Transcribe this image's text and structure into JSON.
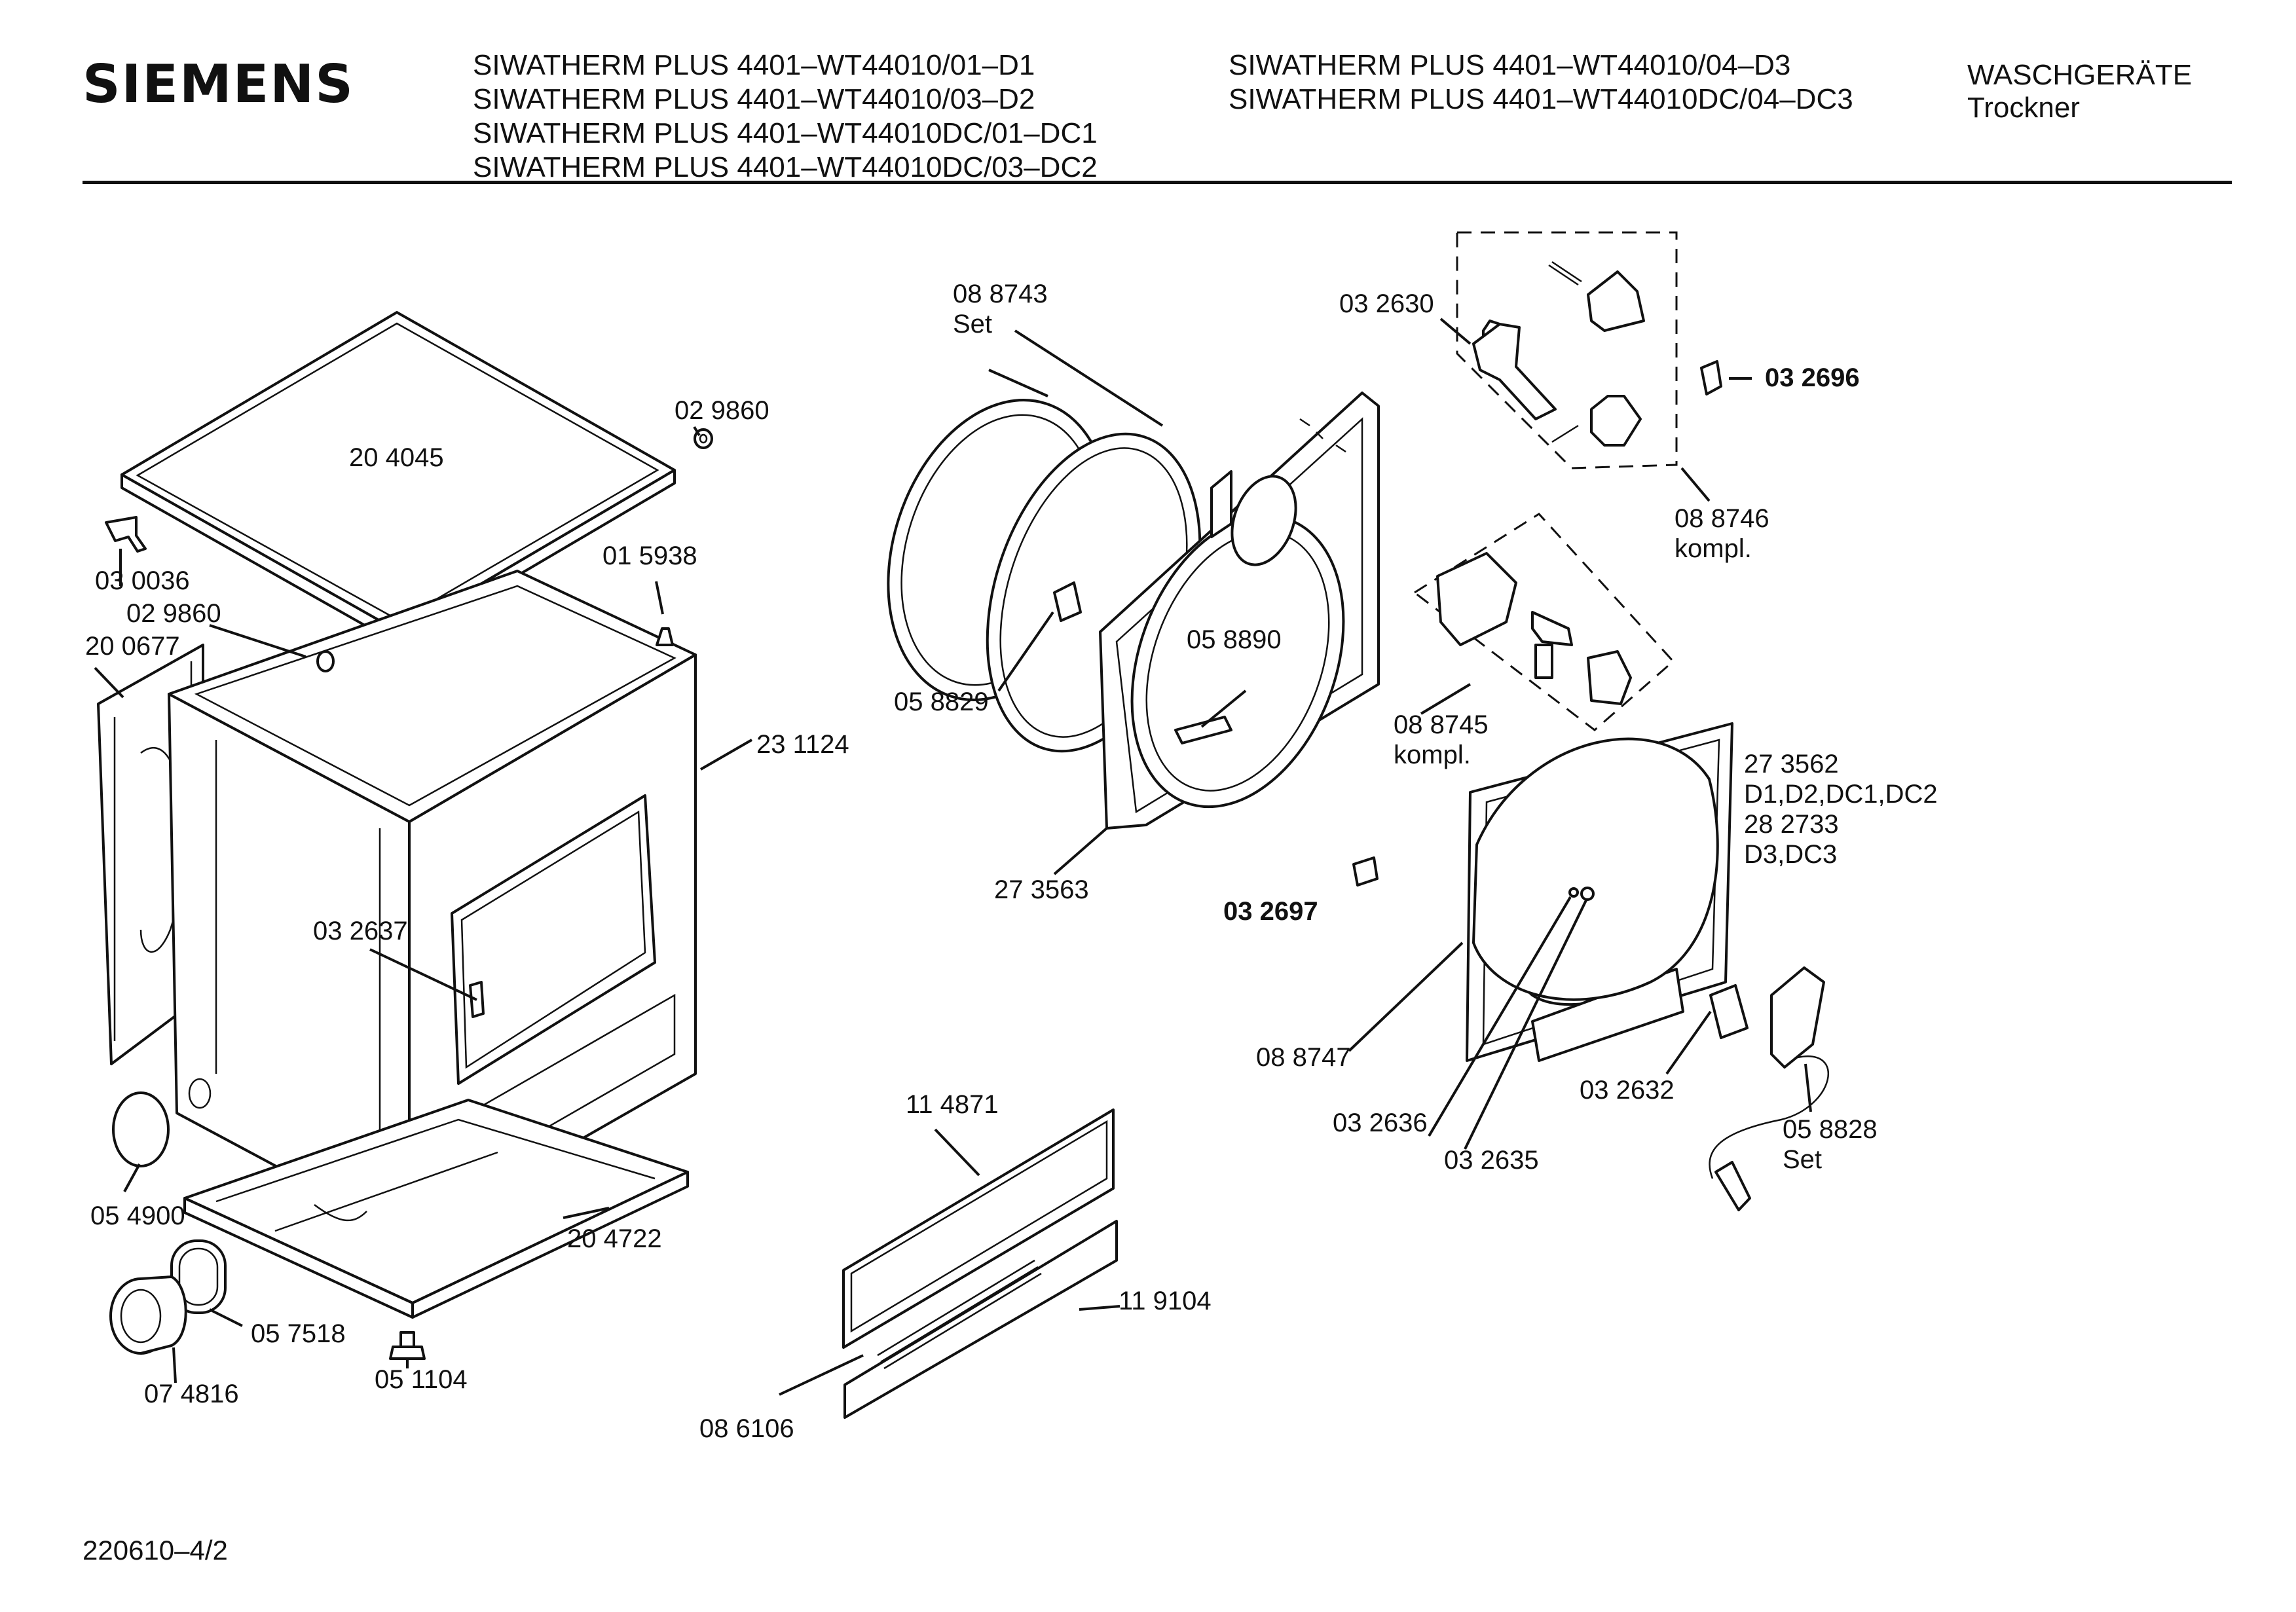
{
  "header": {
    "brand": "SIEMENS",
    "models_left": [
      "SIWATHERM PLUS 4401–WT44010/01–D1",
      "SIWATHERM PLUS 4401–WT44010/03–D2",
      "SIWATHERM PLUS 4401–WT44010DC/01–DC1",
      "SIWATHERM PLUS 4401–WT44010DC/03–DC2"
    ],
    "models_right": [
      "SIWATHERM PLUS 4401–WT44010/04–D3",
      "SIWATHERM PLUS 4401–WT44010DC/04–DC3"
    ],
    "category": "WASCHGERÄTE",
    "subcategory": "Trockner"
  },
  "footer": {
    "doc_number": "220610–4/2"
  },
  "parts": [
    {
      "id": "p204045",
      "lines": [
        "20 4045"
      ]
    },
    {
      "id": "p029860a",
      "lines": [
        "02 9860"
      ]
    },
    {
      "id": "p030036",
      "lines": [
        "03 0036"
      ]
    },
    {
      "id": "p015938",
      "lines": [
        "01 5938"
      ]
    },
    {
      "id": "p029860b",
      "lines": [
        "02 9860"
      ]
    },
    {
      "id": "p200677",
      "lines": [
        "20 0677"
      ]
    },
    {
      "id": "p231124",
      "lines": [
        "23 1124"
      ]
    },
    {
      "id": "p032637",
      "lines": [
        "03 2637"
      ]
    },
    {
      "id": "p054900",
      "lines": [
        "05 4900"
      ]
    },
    {
      "id": "p204722",
      "lines": [
        "20 4722"
      ]
    },
    {
      "id": "p057518",
      "lines": [
        "05 7518"
      ]
    },
    {
      "id": "p074816",
      "lines": [
        "07 4816"
      ]
    },
    {
      "id": "p051104",
      "lines": [
        "05 1104"
      ]
    },
    {
      "id": "p088743",
      "lines": [
        "08 8743",
        "Set"
      ]
    },
    {
      "id": "p058829",
      "lines": [
        "05 8829"
      ]
    },
    {
      "id": "p058890",
      "lines": [
        "05 8890"
      ]
    },
    {
      "id": "p273563",
      "lines": [
        "27 3563"
      ]
    },
    {
      "id": "p114871",
      "lines": [
        "11 4871"
      ]
    },
    {
      "id": "p119104",
      "lines": [
        "11 9104"
      ]
    },
    {
      "id": "p086106",
      "lines": [
        "08 6106"
      ]
    },
    {
      "id": "p032630",
      "lines": [
        "03 2630"
      ]
    },
    {
      "id": "p032696",
      "lines": [
        "03 2696"
      ],
      "bold": true
    },
    {
      "id": "p088746",
      "lines": [
        "08 8746",
        "kompl."
      ]
    },
    {
      "id": "p088745",
      "lines": [
        "08 8745",
        "kompl."
      ]
    },
    {
      "id": "p273562",
      "lines": [
        "27 3562",
        "D1,D2,DC1,DC2",
        "28 2733",
        "D3,DC3"
      ]
    },
    {
      "id": "p032697",
      "lines": [
        "03 2697"
      ],
      "bold": true
    },
    {
      "id": "p088747",
      "lines": [
        "08 8747"
      ]
    },
    {
      "id": "p032636",
      "lines": [
        "03 2636"
      ]
    },
    {
      "id": "p032635",
      "lines": [
        "03 2635"
      ]
    },
    {
      "id": "p032632",
      "lines": [
        "03 2632"
      ]
    },
    {
      "id": "p058828",
      "lines": [
        "05 8828",
        "Set"
      ]
    }
  ]
}
